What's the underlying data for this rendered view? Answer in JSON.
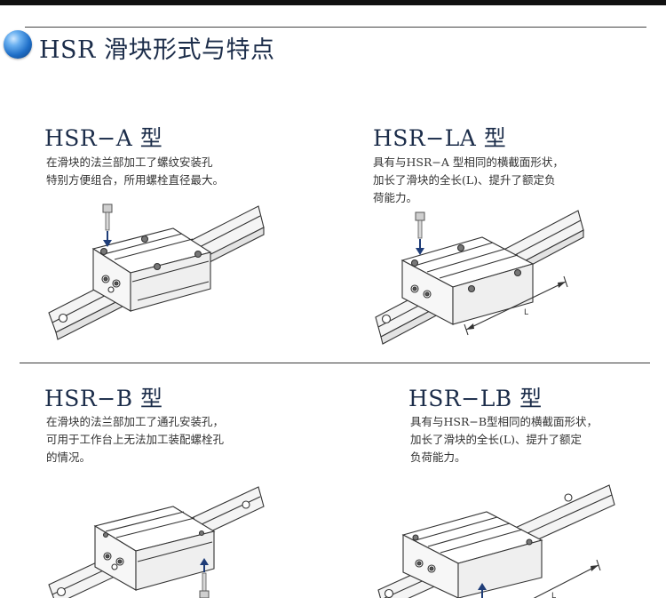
{
  "header": {
    "title": "HSR 滑块形式与特点"
  },
  "sections": [
    {
      "model": "HSR−A 型",
      "lines": [
        "在滑块的法兰部加工了螺纹安装孔",
        "特别方便组合，所用螺栓直径最大。"
      ]
    },
    {
      "model": "HSR−LA 型",
      "lines": [
        "具有与HSR−A 型相同的横截面形状，",
        "加长了滑块的全长(L)、提升了额定负",
        "荷能力。"
      ],
      "dimension_label": "L"
    },
    {
      "model": "HSR−B 型",
      "lines": [
        "在滑块的法兰部加工了通孔安装孔，",
        "可用于工作台上无法加工装配螺栓孔",
        "的情况。"
      ]
    },
    {
      "model": "HSR−LB 型",
      "lines": [
        "具有与HSR−B型相同的横截面形状，",
        "加长了滑块的全长(L)、提升了额定",
        "负荷能力。"
      ],
      "dimension_label": "L"
    }
  ],
  "colors": {
    "header_ball": "#1f6fc8",
    "title_text": "#1c2d4a",
    "bolt_arrow": "#1f3d78"
  }
}
